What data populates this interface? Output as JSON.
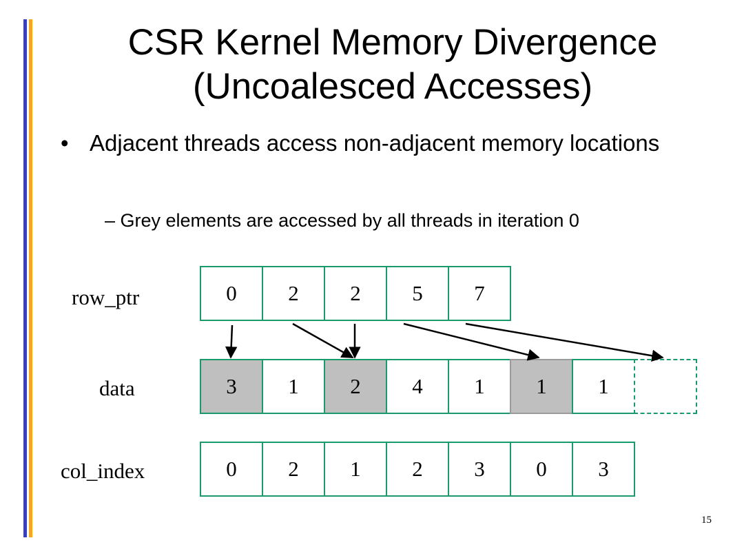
{
  "slide": {
    "title_line1": "CSR Kernel Memory Divergence",
    "title_line2": "(Uncoalesced Accesses)",
    "bullet_symbol": "•",
    "bullet_text": "Adjacent threads access non-adjacent memory locations",
    "sub_bullet": "– Grey elements are accessed by all threads in iteration 0",
    "page_number": "15"
  },
  "diagram": {
    "row_ptr": {
      "label": "row_ptr",
      "values": [
        "0",
        "2",
        "2",
        "5",
        "7"
      ]
    },
    "data": {
      "label": "data",
      "values": [
        "3",
        "1",
        "2",
        "4",
        "1",
        "1",
        "1",
        ""
      ],
      "grey_indices": [
        0,
        2,
        5
      ],
      "dashed_indices": [
        7
      ]
    },
    "col_index": {
      "label": "col_index",
      "values": [
        "0",
        "2",
        "1",
        "2",
        "3",
        "0",
        "3"
      ]
    },
    "arrows": [
      {
        "from_row_ptr": 0,
        "to_data": 0
      },
      {
        "from_row_ptr": 1,
        "to_data": 2
      },
      {
        "from_row_ptr": 2,
        "to_data": 2
      },
      {
        "from_row_ptr": 3,
        "to_data": 5
      },
      {
        "from_row_ptr": 4,
        "to_data": 7
      }
    ],
    "colors": {
      "cell_border": "#199a6b",
      "grey_fill": "#bfbfbf",
      "accent_blue": "#3b3fb8",
      "accent_orange": "#f5a623"
    }
  }
}
